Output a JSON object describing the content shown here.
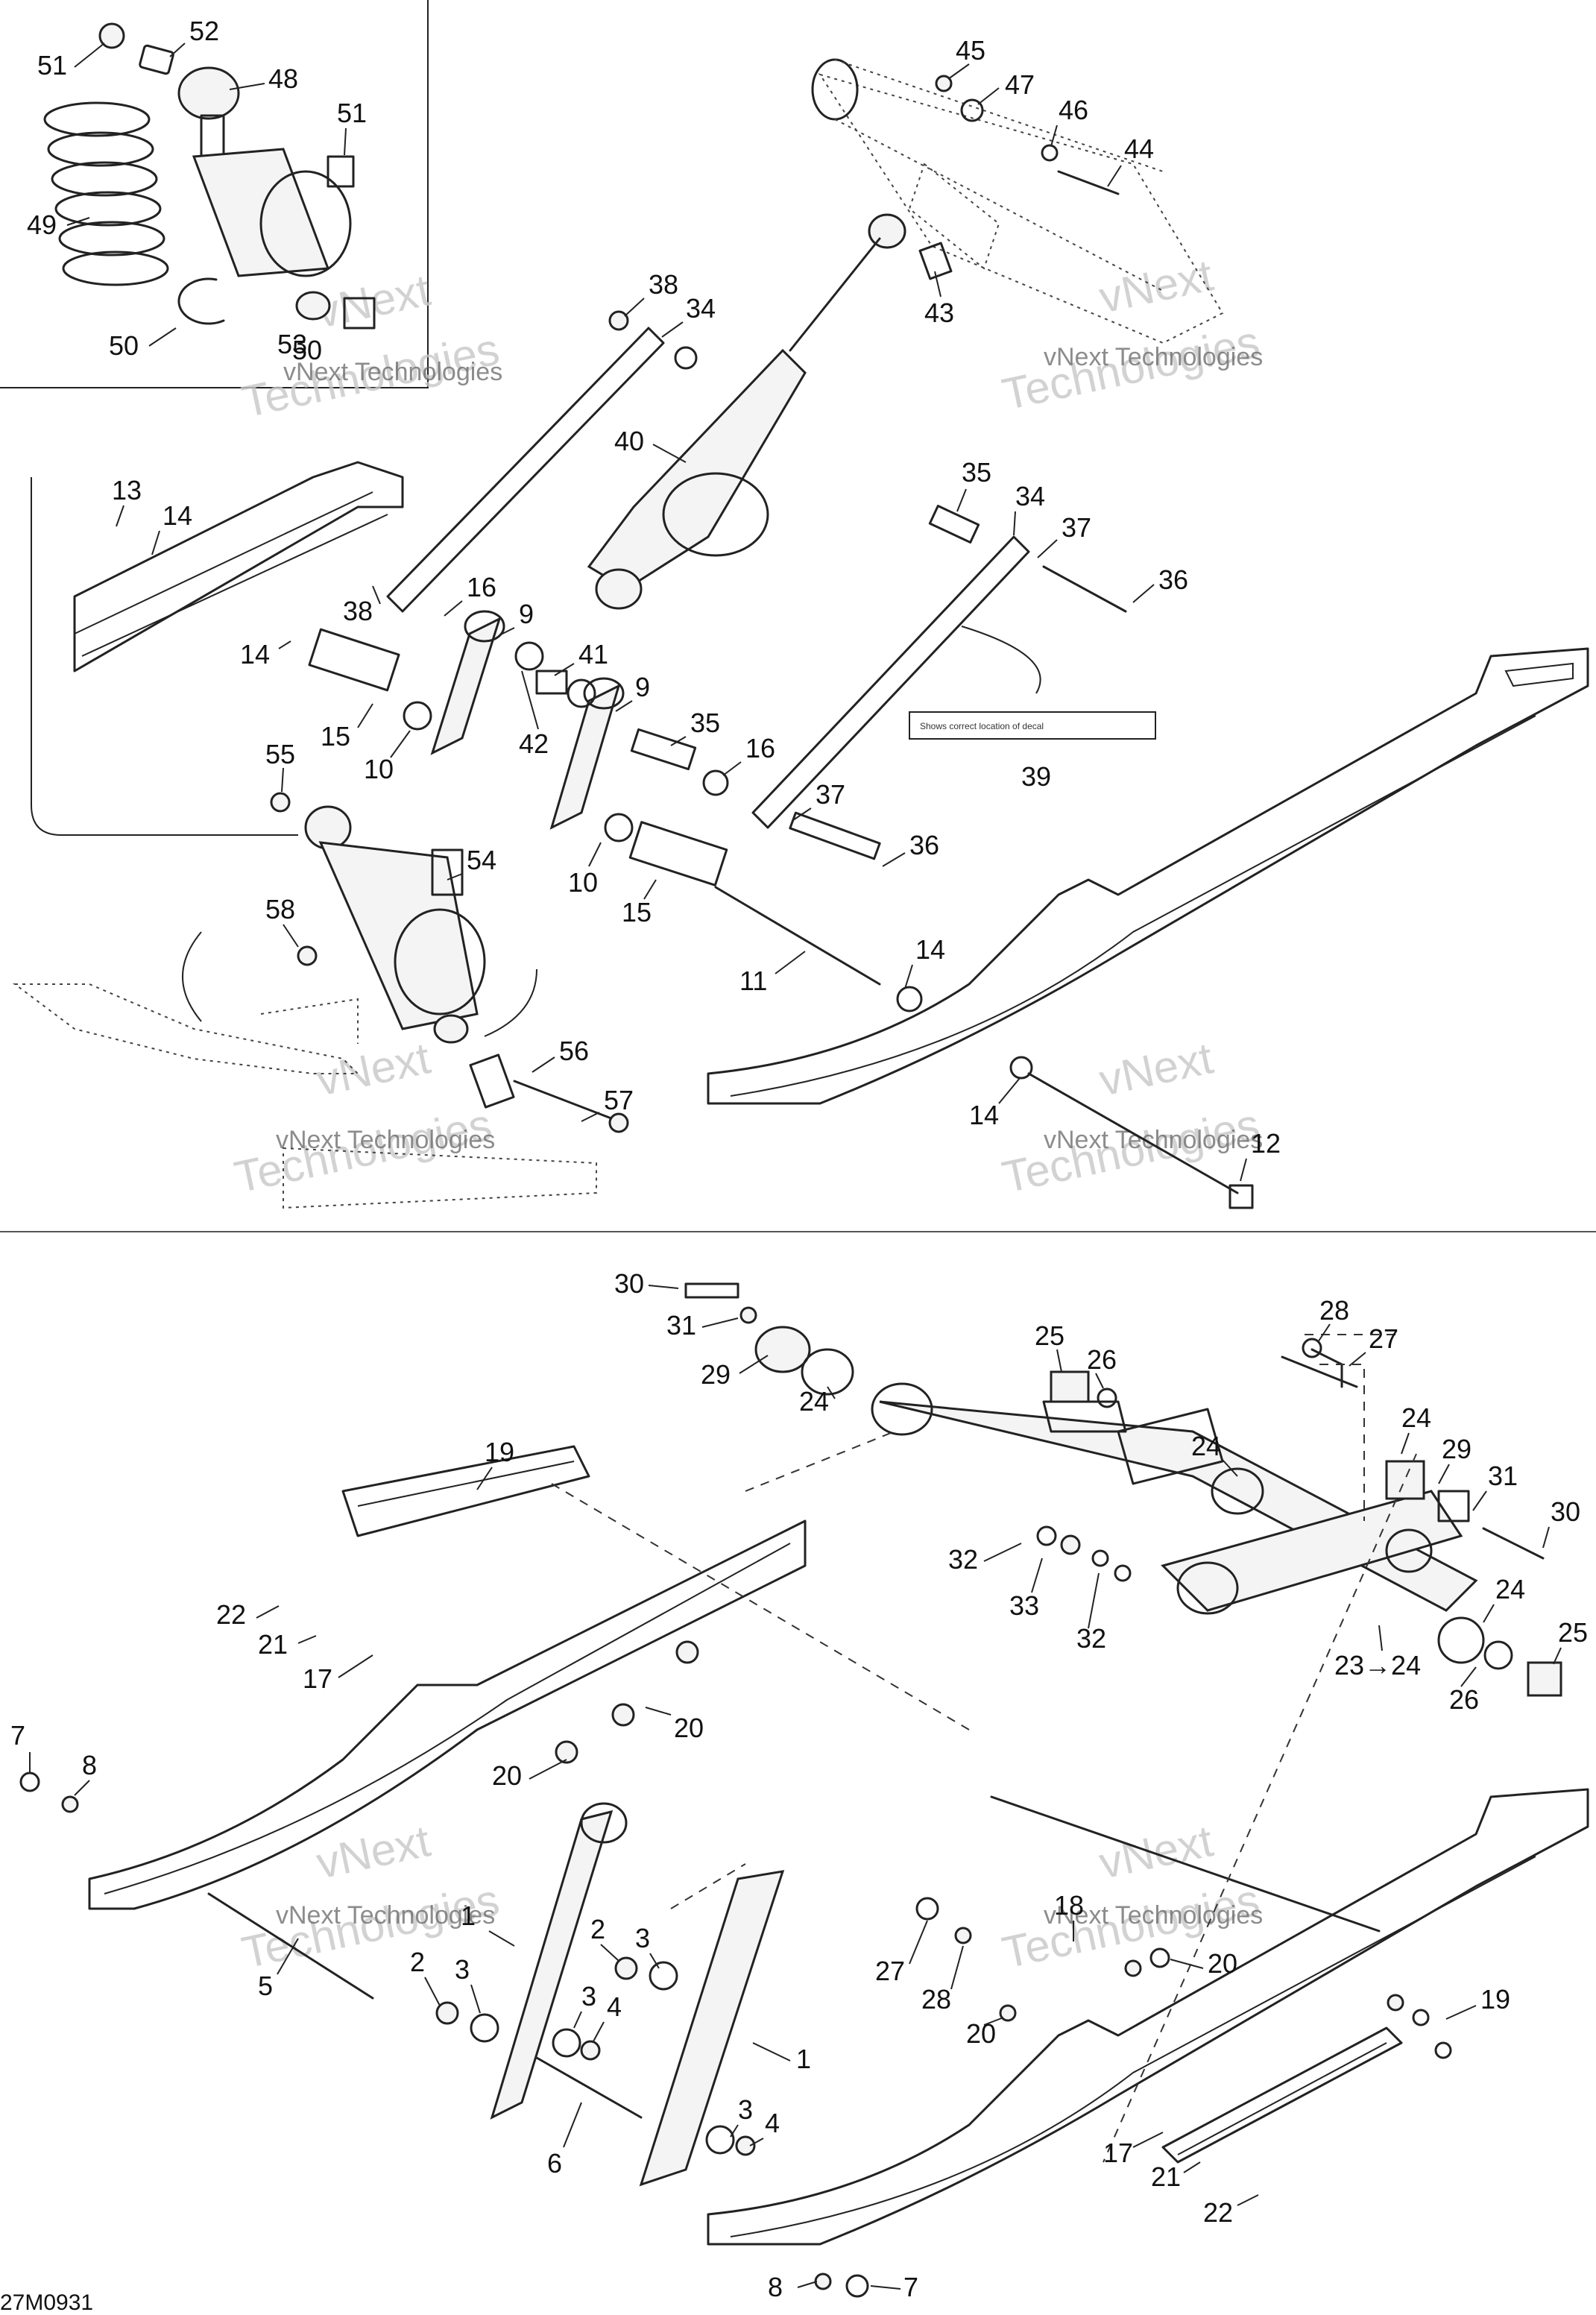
{
  "figure_code": "27M0931",
  "watermark": {
    "company": "vNext Technologies",
    "line1": "vNext",
    "line2": "Technologies"
  },
  "upper_section": {
    "inset_callouts": [
      "51",
      "52",
      "48",
      "51",
      "49",
      "50",
      "53",
      "50"
    ],
    "callouts": [
      "45",
      "47",
      "46",
      "44",
      "38",
      "34",
      "43",
      "40",
      "35",
      "34",
      "37",
      "36",
      "13",
      "14",
      "38",
      "16",
      "9",
      "41",
      "14",
      "15",
      "10",
      "42",
      "9",
      "35",
      "16",
      "37",
      "39",
      "36",
      "55",
      "54",
      "58",
      "10",
      "15",
      "14",
      "11",
      "56",
      "57",
      "14",
      "12"
    ],
    "decal_text": "Shows correct location of decal"
  },
  "lower_section": {
    "callouts": [
      "30",
      "31",
      "29",
      "24",
      "25",
      "26",
      "28",
      "27",
      "24",
      "24",
      "29",
      "31",
      "30",
      "19",
      "32",
      "33",
      "32",
      "24",
      "22",
      "21",
      "17",
      "20",
      "23→24",
      "26",
      "25",
      "7",
      "8",
      "20",
      "1",
      "18",
      "2",
      "3",
      "2",
      "3",
      "5",
      "3",
      "4",
      "27",
      "20",
      "28",
      "20",
      "1",
      "3",
      "4",
      "6",
      "19",
      "17",
      "21",
      "22",
      "8",
      "7"
    ]
  }
}
